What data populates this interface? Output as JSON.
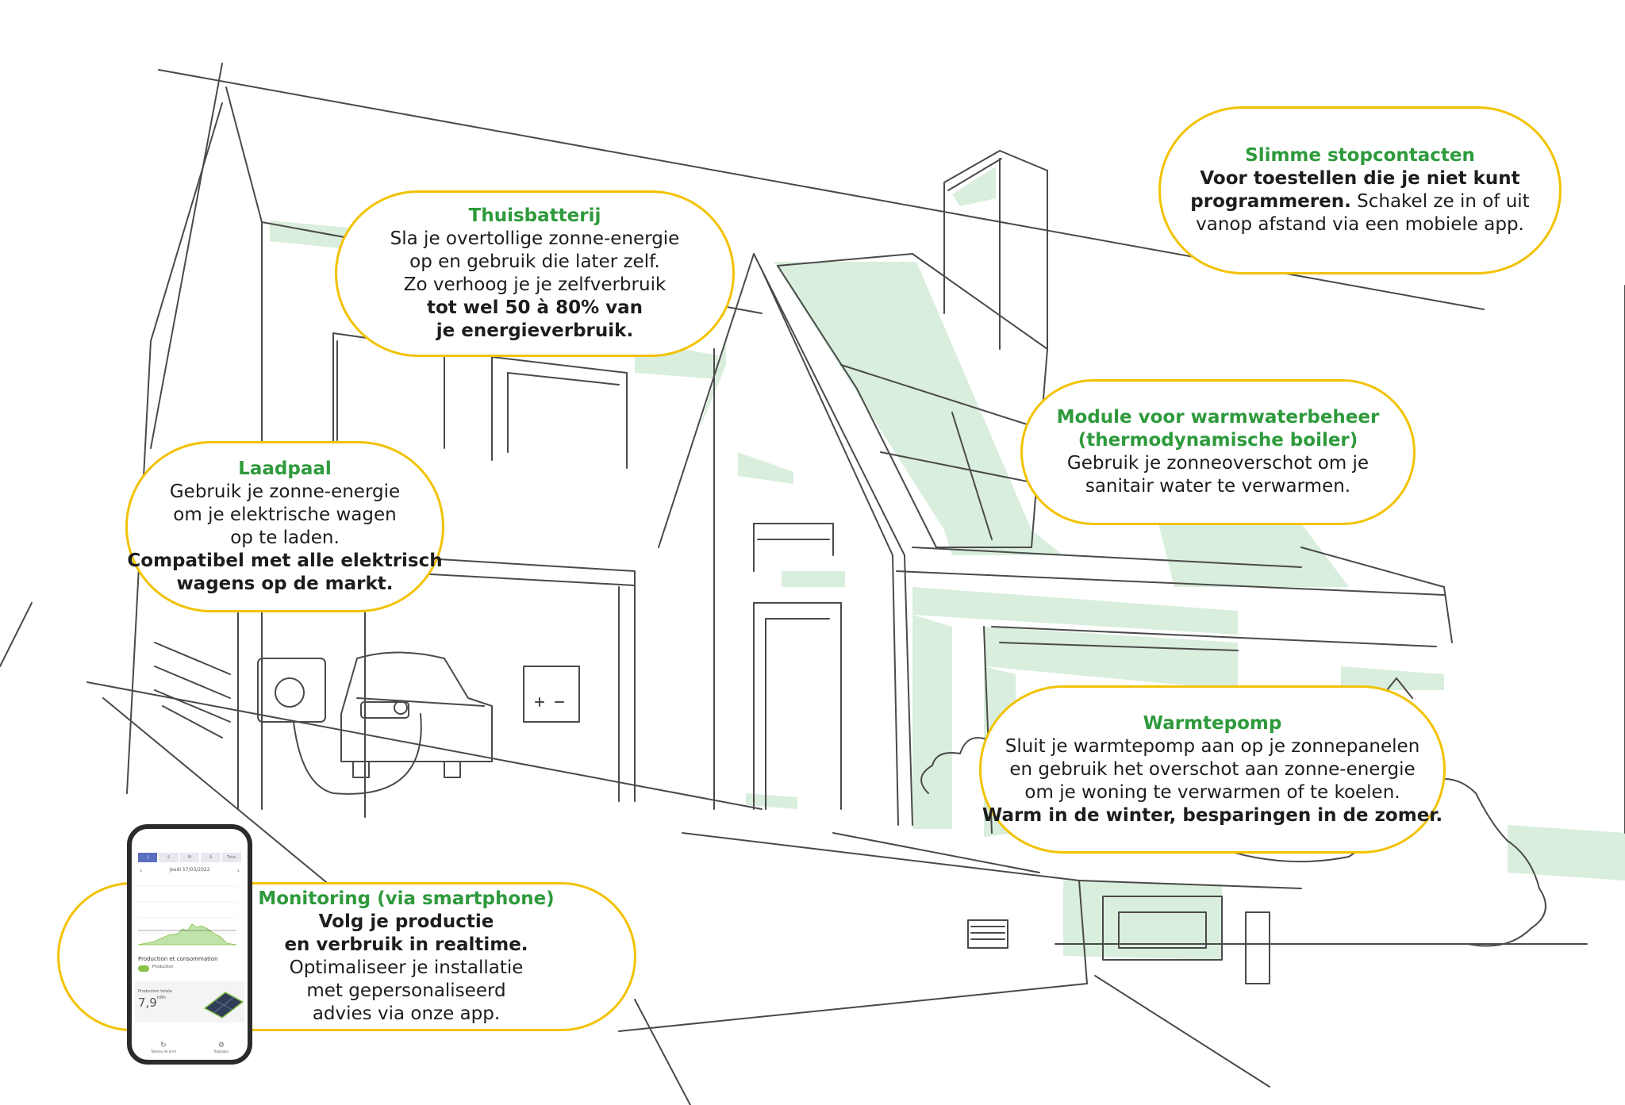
{
  "callouts": {
    "thuisbatterij": {
      "title": "Thuisbatterij",
      "lines": [
        "Sla je overtollige zonne-energie",
        "op en gebruik die later zelf.",
        "Zo verhoog je je zelfverbruik"
      ],
      "bold_lines": [
        "tot wel 50 à 80% van",
        "je energieverbruik."
      ]
    },
    "slimme_stopcontacten": {
      "title": "Slimme stopcontacten",
      "bold_line_1": "Voor toestellen die je niet kunt",
      "bold_line_2": "programmeren.",
      "line_2_rest": " Schakel ze in of uit",
      "line_3": "vanop afstand via een mobiele app."
    },
    "laadpaal": {
      "title": "Laadpaal",
      "lines": [
        "Gebruik je zonne-energie",
        "om je elektrische wagen",
        "op te laden."
      ],
      "bold_lines": [
        "Compatibel met alle elektrisch",
        "wagens op de markt."
      ]
    },
    "warmwater": {
      "title_lines": [
        "Module voor warmwaterbeheer",
        "(thermodynamische boiler)"
      ],
      "lines": [
        "Gebruik je zonneoverschot om je",
        "sanitair water te verwarmen."
      ]
    },
    "warmtepomp": {
      "title": "Warmtepomp",
      "lines": [
        "Sluit je warmtepomp aan op je zonnepanelen",
        "en gebruik het overschot aan zonne-energie",
        "om je woning te verwarmen of te koelen."
      ],
      "bold_lines": [
        "Warm in de winter, besparingen in de zomer."
      ]
    },
    "monitoring": {
      "title": "Monitoring (via smartphone)",
      "bold_lines": [
        "Volg je productie",
        "en verbruik in realtime."
      ],
      "lines": [
        "Optimaliseer je installatie",
        "met gepersonaliseerd",
        "advies via onze app."
      ]
    }
  },
  "phone": {
    "tabs": [
      "J",
      "S",
      "M",
      "A",
      "Total"
    ],
    "date": "jeudi 17/03/2022",
    "section_title": "Production et consommation",
    "toggle_label": "Production",
    "total_label": "Production totale",
    "total_value": "7,9",
    "total_unit": "kWh",
    "bottom_items": [
      {
        "icon": "refresh-icon",
        "label": "Tableau de bord"
      },
      {
        "icon": "settings-icon",
        "label": "Réglages"
      }
    ]
  },
  "colors": {
    "accent_yellow": "#f2c200",
    "title_green": "#2e9a3c",
    "fill_green": "#d6ecd9",
    "sketch_line": "#4a4a4a"
  }
}
